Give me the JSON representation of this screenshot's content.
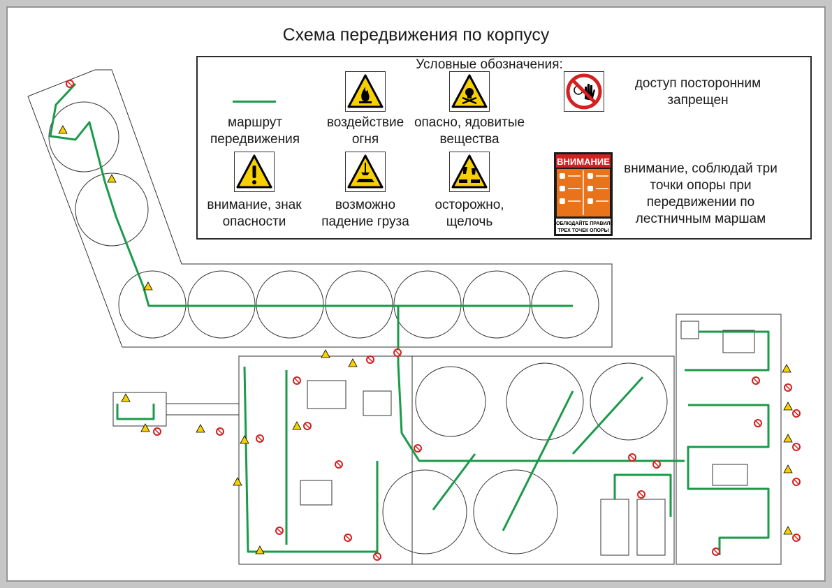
{
  "title": "Схема передвижения по корпусу",
  "legend": {
    "heading": "Условные обозначения:",
    "route": {
      "line1": "маршрут",
      "line2": "передвижения",
      "color": "#1a9a4a"
    },
    "fire": {
      "line1": "воздействие",
      "line2": "огня",
      "icon": "fire-hazard-icon"
    },
    "toxic": {
      "line1": "опасно, ядовитые",
      "line2": "вещества",
      "icon": "toxic-hazard-icon"
    },
    "no_entry": {
      "line1": "доступ посторонним",
      "line2": "запрещен",
      "icon": "no-unauthorized-entry-icon"
    },
    "danger": {
      "line1": "внимание, знак",
      "line2": "опасности",
      "icon": "general-danger-icon"
    },
    "falling_load": {
      "line1": "возможно",
      "line2": "падение груза",
      "icon": "falling-load-icon"
    },
    "alkali": {
      "line1": "осторожно,",
      "line2": "щелочь",
      "icon": "alkali-hazard-icon"
    },
    "three_points": {
      "line1": "внимание, соблюдай три",
      "line2": "точки опоры при",
      "line3": "передвижении по",
      "line4": "лестничным маршам",
      "sign_header": "ВНИМАНИЕ",
      "sign_footer1": "СОБЛЮДАЙТЕ ПРАВИЛО",
      "sign_footer2": "ТРЕХ ТОЧЕК ОПОРЫ",
      "icon": "three-points-rule-sign"
    }
  },
  "colors": {
    "route": "#1a9a4a",
    "warning_yellow": "#f6d000",
    "prohibition_red": "#d42020",
    "sign_orange": "#e8731a",
    "line": "#333333"
  }
}
